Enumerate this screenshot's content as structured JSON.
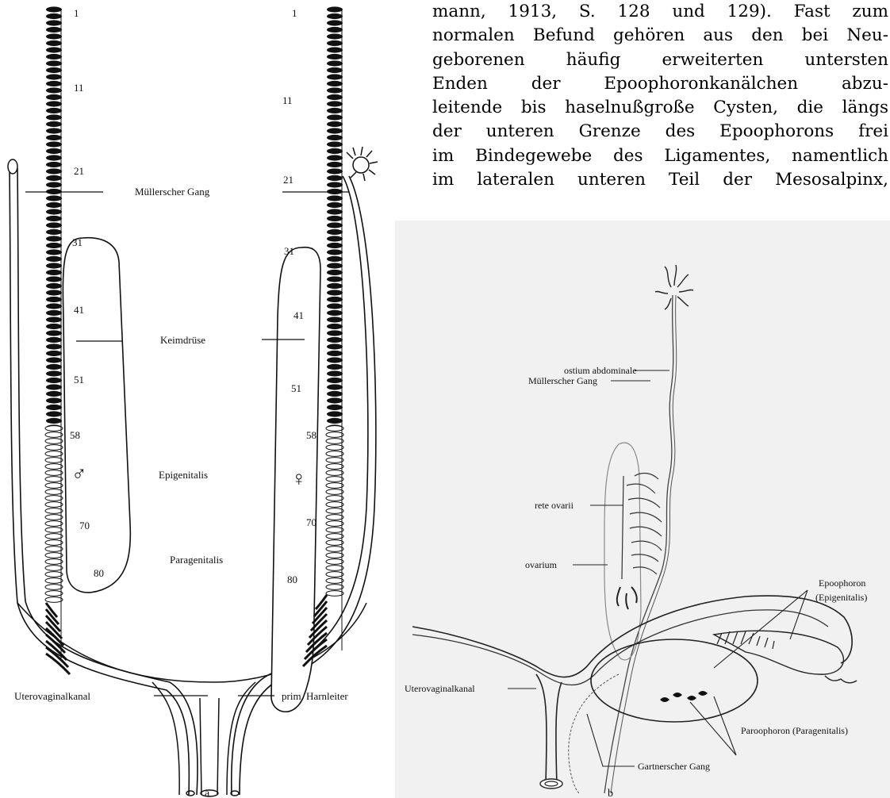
{
  "text": {
    "lines": [
      "mann, 1913, S. 128 und 129). Fast zum",
      "normalen Befund gehören aus den bei Neu-",
      "geborenen häufig erweiterten untersten",
      "Enden der Epoophoronkanälchen abzu-",
      "leitende bis haselnußgroße Cysten, die längs",
      "der unteren Grenze des Epoophorons frei",
      "im Bindegewebe des Ligamentes, namentlich",
      "im lateralen unteren Teil der Mesosalpinx,"
    ]
  },
  "figure_a": {
    "panel_label": "a",
    "labels": {
      "muellerscher_gang": "Müllerscher Gang",
      "keimdruese": "Keimdrüse",
      "epigenitalis": "Epigenitalis",
      "paragenitalis": "Paragenitalis",
      "uterovaginalkanal": "Uterovaginalkanal",
      "prim_harnleiter": "prim. Harnleiter"
    },
    "male_symbol": "♂",
    "female_symbol": "♀",
    "segment_numbers_left": [
      "1",
      "11",
      "21",
      "31",
      "41",
      "51",
      "58",
      "70",
      "80"
    ],
    "segment_numbers_right": [
      "1",
      "11",
      "21",
      "31",
      "41",
      "51",
      "58",
      "70",
      "80"
    ]
  },
  "figure_b": {
    "panel_label": "b",
    "labels": {
      "ostium_abdominale": "ostium abdominale",
      "muellerscher_gang": "Müllerscher Gang",
      "rete_ovarii": "rete ovarii",
      "ovarium": "ovarium",
      "epoophoron": "Epoophoron",
      "epoophoron_sub": "(Epigenitalis)",
      "uterovaginalkanal": "Uterovaginalkanal",
      "paroophoron": "Paroophoron (Paragenitalis)",
      "gartnerscher_gang": "Gartnerscher Gang"
    }
  }
}
